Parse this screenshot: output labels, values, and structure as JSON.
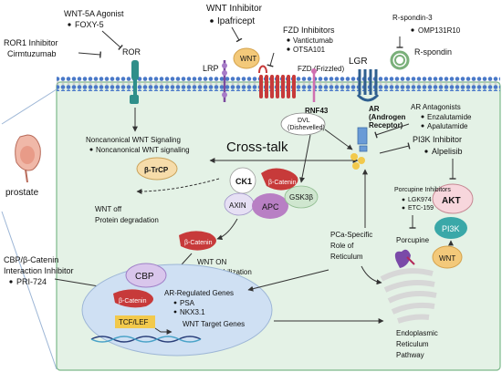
{
  "ligands": {
    "wnt5a_title": "WNT-5A Agonist",
    "wnt5a_drug": "FOXY-5",
    "wnt_inhibitor_title": "WNT Inhibitor",
    "wnt_inhibitor_drug": "Ipafricept",
    "wnt_label": "WNT",
    "fzd_inhibitors_title": "FZD Inhibitors",
    "fzd_drug_1": "Vantictumab",
    "fzd_drug_2": "OTSA101",
    "rspondin3_title": "R-spondin-3",
    "rspondin3_drug": "OMP131R10",
    "rspondin_label": "R-spondin",
    "ror1_inhibitor_title": "ROR1 Inhibitor",
    "ror1_inhibitor_drug": "Cirmtuzumab"
  },
  "receptors": {
    "ror": "ROR",
    "lrp": "LRP",
    "fzd": "FZD (Frizzled)",
    "lgr": "LGR",
    "rnf43": "RNF43",
    "dvl_line1": "DVL",
    "dvl_line2": "(Dishevelled)"
  },
  "ar": {
    "title_line1": "AR",
    "title_line2": "(Androgen",
    "title_line3": "Receptor)",
    "antagonists_title": "AR Antagonists",
    "antagonist_1": "Enzalutamide",
    "antagonist_2": "Apalutamide",
    "pi3k_inhibitor_title": "PI3K Inhibitor",
    "pi3k_inhibitor_drug": "Alpelisib",
    "akt": "AKT",
    "pi3k": "PI3K"
  },
  "noncanonical": {
    "line1": "Noncanonical WNT Signaling",
    "line2": "Noncanonical WNT signaling"
  },
  "crosstalk": "Cross-talk",
  "prostate_label": "prostate",
  "destruction": {
    "btrcp": "β-TrCP",
    "ck1": "CK1",
    "beta_catenin": "β-Catenin",
    "axin": "AXIN",
    "apc": "APC",
    "gsk3b": "GSK3β",
    "wnt_off_line1": "WNT off",
    "wnt_off_line2": "Protein degradation"
  },
  "stabilization": {
    "beta_catenin": "β-Catenin",
    "wnt_on_line1": "WNT ON",
    "wnt_on_line2": "protein Stabilization"
  },
  "reticulum": {
    "line1": "PCa-Specific",
    "line2": "Role of",
    "line3": "Reticulum",
    "porcupine_inhibitors_title": "Porcupine Inhibitors",
    "porcupine_drug_1": "LGK974",
    "porcupine_drug_2": "ETC-159",
    "porcupine": "Porcupine",
    "wnt": "WNT",
    "er_line1": "Endoplasmic",
    "er_line2": "Reticulum",
    "er_line3": "Pathway"
  },
  "nucleus": {
    "cbp_inhibitor_line1": "CBP/β-Catenin",
    "cbp_inhibitor_line2": "Interaction Inhibitor",
    "cbp_inhibitor_drug": "PRI-724",
    "cbp": "CBP",
    "beta_catenin": "β-Catenin",
    "tcf_lef": "TCF/LEF",
    "ar_genes_title": "AR-Regulated Genes",
    "ar_gene_1": "PSA",
    "ar_gene_2": "NKX3.1",
    "wnt_targets": "WNT Target Genes"
  },
  "colors": {
    "cell_bg": "#e4f2e6",
    "cell_border": "#7cb98a",
    "membrane_head": "#4a79c8",
    "beta_catenin": "#c73a3a",
    "wnt_ligand": "#f3c97a",
    "nucleus": "#cfe0f3",
    "ar_receptor": "#6a9bd6",
    "akt": "#f7d6dc",
    "pi3k": "#3aa8a8"
  }
}
